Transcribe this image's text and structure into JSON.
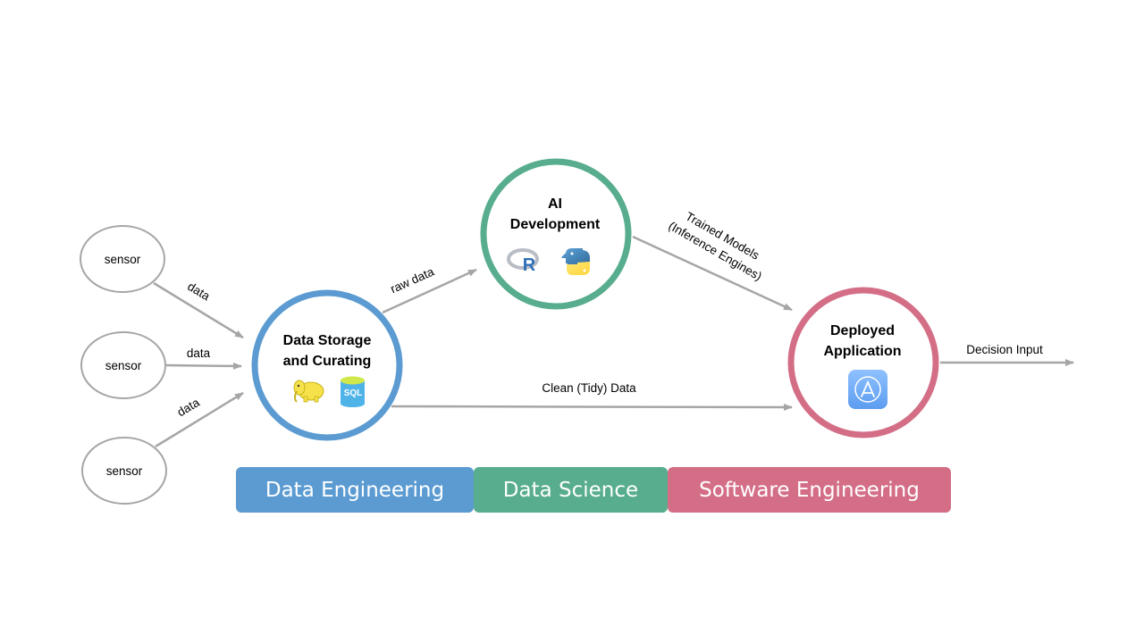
{
  "colors": {
    "data_engineering": "#5b9bd1",
    "data_science": "#57ad8d",
    "software_engineering": "#d36e86",
    "arrow": "#a6a6a6",
    "sensor_stroke": "#a6a6a6"
  },
  "sensors": [
    {
      "label": "sensor"
    },
    {
      "label": "sensor"
    },
    {
      "label": "sensor"
    }
  ],
  "nodes": {
    "storage": {
      "line1": "Data Storage",
      "line2": "and Curating",
      "icons": [
        "hadoop-elephant-icon",
        "sql-database-icon"
      ]
    },
    "ai": {
      "line1": "AI",
      "line2": "Development",
      "icons": [
        "r-language-icon",
        "python-icon"
      ]
    },
    "app": {
      "line1": "Deployed",
      "line2": "Application",
      "icons": [
        "app-store-icon"
      ]
    }
  },
  "edges": {
    "sensor1": "data",
    "sensor2": "data",
    "sensor3": "data",
    "raw": "raw data",
    "trained_line1": "Trained Models",
    "trained_line2": "(Inference Engines)",
    "clean": "Clean (Tidy) Data",
    "decision": "Decision Input"
  },
  "icon_text": {
    "sql": "SQL",
    "r": "R"
  },
  "bands": {
    "data_engineering": "Data Engineering",
    "data_science": "Data Science",
    "software_engineering": "Software Engineering"
  }
}
